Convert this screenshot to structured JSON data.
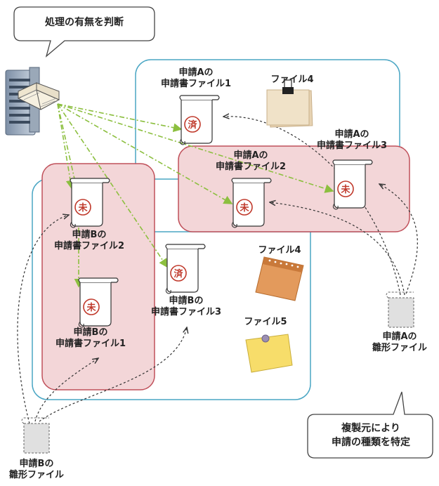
{
  "speech_bubble_top": {
    "text": "処理の有無を判断"
  },
  "speech_bubble_bottom": {
    "text": "複製元により\n申請の種類を特定"
  },
  "app_a_file1": {
    "label": "申請Aの\n申請書ファイル1",
    "stamp": "済"
  },
  "app_a_file2": {
    "label": "申請Aの\n申請書ファイル2",
    "stamp": "未"
  },
  "app_a_file3": {
    "label": "申請Aの\n申請書ファイル3",
    "stamp": "未"
  },
  "app_b_file1": {
    "label": "申請Bの\n申請書ファイル1",
    "stamp": "未"
  },
  "app_b_file2": {
    "label": "申請Bの\n申請書ファイル2",
    "stamp": "未"
  },
  "app_b_file3": {
    "label": "申請Bの\n申請書ファイル3",
    "stamp": "済"
  },
  "file4_top": {
    "label": "ファイル4"
  },
  "file4_mid": {
    "label": "ファイル4"
  },
  "file5": {
    "label": "ファイル5"
  },
  "template_a": {
    "label": "申請Aの\n雛形ファイル"
  },
  "template_b": {
    "label": "申請Bの\n雛形ファイル"
  },
  "colors": {
    "region_blue": "#4aa6c4",
    "region_pink_fill": "#f3d6d8",
    "region_pink_border": "#c0505a",
    "arrow_green": "#8cbf3f",
    "stamp_red": "#c0392b"
  }
}
